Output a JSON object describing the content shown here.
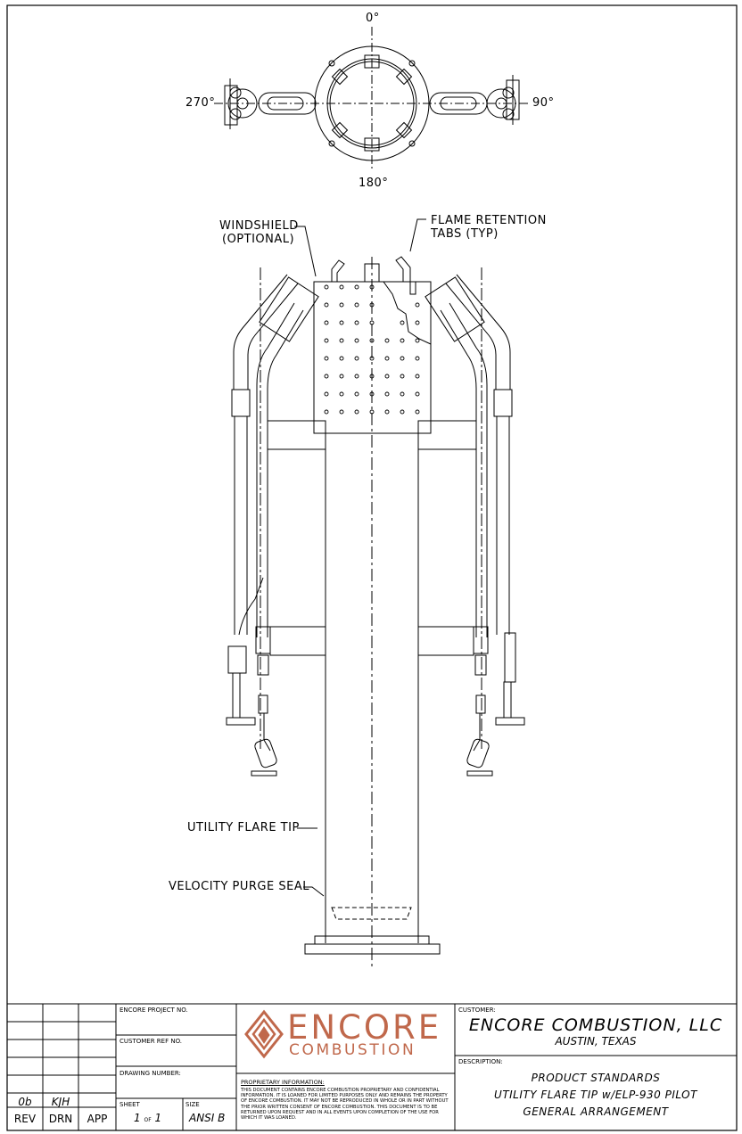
{
  "orientation": {
    "top": "0°",
    "right": "90°",
    "bottom": "180°",
    "left": "270°"
  },
  "callouts": {
    "windshield_1": "WINDSHIELD",
    "windshield_2": "(OPTIONAL)",
    "flame_tabs_1": "FLAME RETENTION",
    "flame_tabs_2": "TABS (TYP)",
    "flare_tip": "UTILITY FLARE TIP",
    "purge_seal": "VELOCITY PURGE SEAL"
  },
  "title_block": {
    "revision": {
      "rev": "0b",
      "drn": "KJH",
      "col_rev": "REV",
      "col_drn": "DRN",
      "col_app": "APP"
    },
    "project_no_label": "ENCORE PROJECT NO.",
    "customer_ref_label": "CUSTOMER REF NO.",
    "drawing_number_label": "DRAWING NUMBER:",
    "sheet_label": "SHEET",
    "sheet_value_a": "1",
    "sheet_of": "OF",
    "sheet_value_b": "1",
    "size_label": "SIZE",
    "size_value": "ANSI B",
    "logo_top": "ENCORE",
    "logo_bottom": "COMBUSTION",
    "proprietary_heading": "PROPRIETARY INFORMATION:",
    "proprietary_text": "THIS DOCUMENT CONTAINS ENCORE COMBUSTION PROPRIETARY AND CONFIDENTIAL INFORMATION. IT IS LOANED FOR LIMITED PURPOSES ONLY AND REMAINS THE PROPERTY OF ENCORE COMBUSTION. IT MAY NOT BE REPRODUCED IN WHOLE OR IN PART WITHOUT THE PRIOR WRITTEN CONSENT OF ENCORE COMBUSTION. THIS DOCUMENT IS TO BE RETURNED UPON REQUEST AND IN ALL EVENTS UPON COMPLETION OF THE USE FOR WHICH IT WAS LOANED.",
    "customer_label": "CUSTOMER:",
    "customer_name": "ENCORE COMBUSTION, LLC",
    "customer_location": "AUSTIN, TEXAS",
    "description_label": "DESCRIPTION:",
    "description_1": "PRODUCT STANDARDS",
    "description_2": "UTILITY FLARE TIP w/ELP-930 PILOT",
    "description_3": "GENERAL ARRANGEMENT"
  },
  "colors": {
    "logo": "#c0684b",
    "line": "#000000"
  }
}
